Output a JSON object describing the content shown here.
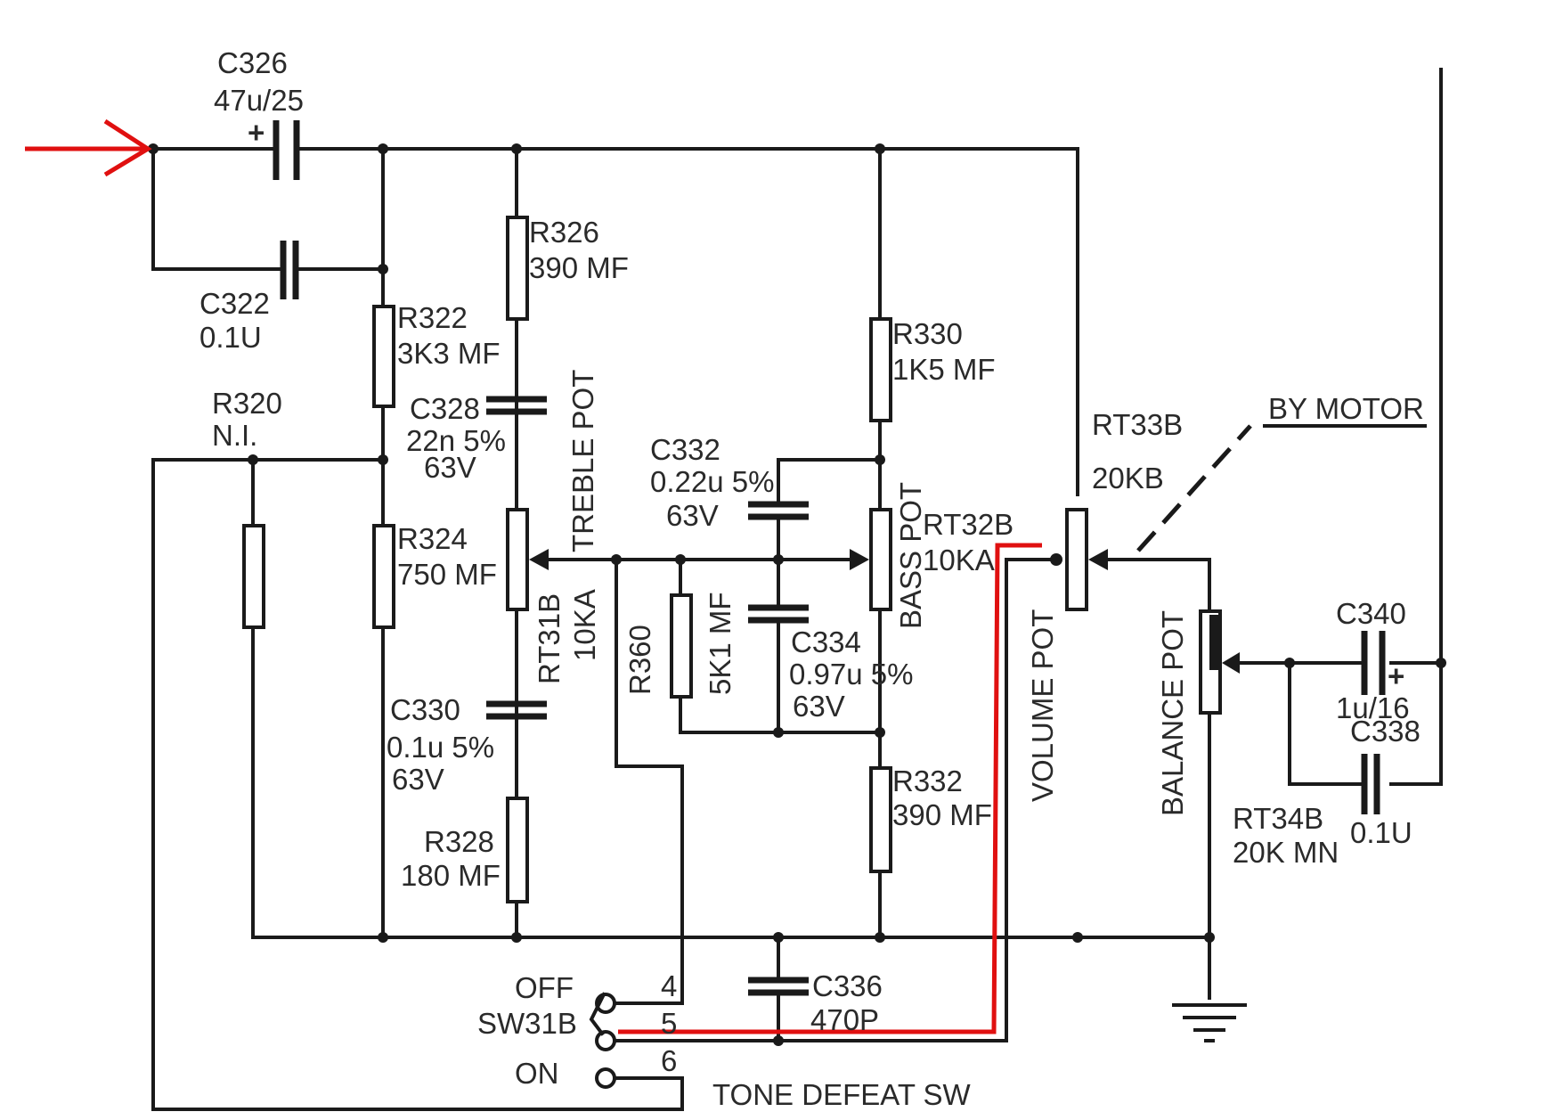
{
  "components": {
    "c326": {
      "ref": "C326",
      "value": "47u/25"
    },
    "c322": {
      "ref": "C322",
      "value": "0.1U"
    },
    "r320": {
      "ref": "R320",
      "value": "N.I."
    },
    "r322": {
      "ref": "R322",
      "value": "3K3 MF"
    },
    "r324": {
      "ref": "R324",
      "value": "750 MF"
    },
    "c328": {
      "ref": "C328",
      "value": "22n 5%",
      "rating": "63V"
    },
    "r326": {
      "ref": "R326",
      "value": "390 MF"
    },
    "c330": {
      "ref": "C330",
      "value": "0.1u 5%",
      "rating": "63V"
    },
    "r328": {
      "ref": "R328",
      "value": "180 MF"
    },
    "treble_pot": {
      "name": "TREBLE POT",
      "ref": "RT31B",
      "value": "10KA"
    },
    "r360": {
      "ref": "R360",
      "value": "5K1 MF"
    },
    "c332": {
      "ref": "C332",
      "value": "0.22u 5%",
      "rating": "63V"
    },
    "c334": {
      "ref": "C334",
      "value": "0.97u 5%",
      "rating": "63V"
    },
    "r330": {
      "ref": "R330",
      "value": "1K5 MF"
    },
    "r332": {
      "ref": "R332",
      "value": "390 MF"
    },
    "bass_pot": {
      "name": "BASS POT",
      "ref": "RT32B",
      "value": "10KA"
    },
    "volume_pot": {
      "name": "VOLUME POT",
      "ref": "RT33B",
      "value": "20KB"
    },
    "motor": {
      "label": "BY MOTOR"
    },
    "balance_pot": {
      "name": "BALANCE POT",
      "ref": "RT34B",
      "value": "20K MN"
    },
    "c340": {
      "ref": "C340",
      "value": "1u/16"
    },
    "c338": {
      "ref": "C338",
      "value": "0.1U"
    },
    "c336": {
      "ref": "C336",
      "value": "470P"
    },
    "switch": {
      "ref": "SW31B",
      "off": "OFF",
      "on": "ON",
      "pin4": "4",
      "pin5": "5",
      "pin6": "6",
      "name": "TONE DEFEAT SW"
    }
  },
  "annotations": {
    "input_arrow_color": "#e01010",
    "signal_path_color": "#e01010",
    "plus_sign": "+"
  }
}
